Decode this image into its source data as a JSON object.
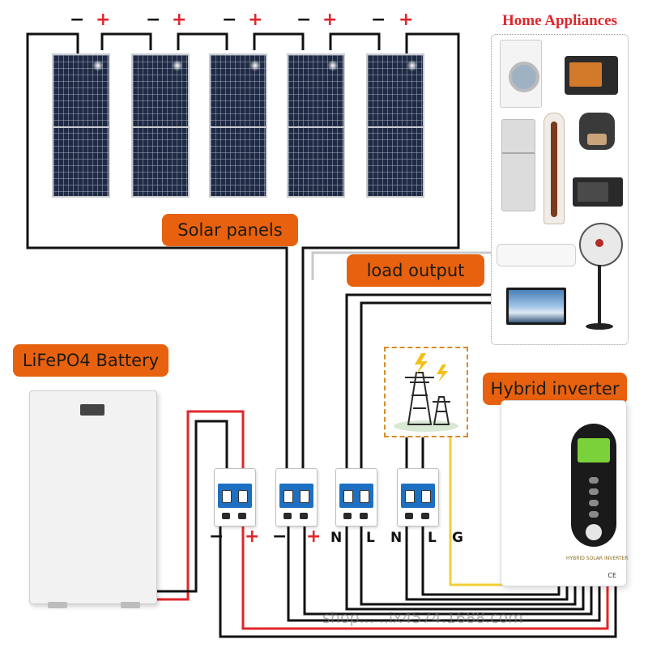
{
  "panels": {
    "count": 5,
    "terminal_minus": "−",
    "terminal_plus": "+"
  },
  "labels": {
    "solar_panels": "Solar panels",
    "load_output": "load output",
    "battery": "LiFePO4 Battery",
    "inverter": "Hybrid inverter",
    "appliances_title": "Home Appliances"
  },
  "breaker_terminals": [
    "−",
    "+",
    "−",
    "+",
    "N",
    "L",
    "N",
    "L",
    "G"
  ],
  "inverter_brand": "HYBRID SOLAR INVERTER",
  "inverter_mark": "CE",
  "watermark": "shop...  ..ix4574.1688.com",
  "colors": {
    "label_bg": "#e8610e",
    "positive_wire": "#e0262b",
    "negative_wire": "#111111",
    "ground_wire": "#f2cf3a",
    "appliance_title": "#e0262b",
    "grid_frame": "#d98a2a"
  },
  "icons": {
    "grid": "power-tower-icon",
    "lightning": "lightning-bolt-icon"
  }
}
